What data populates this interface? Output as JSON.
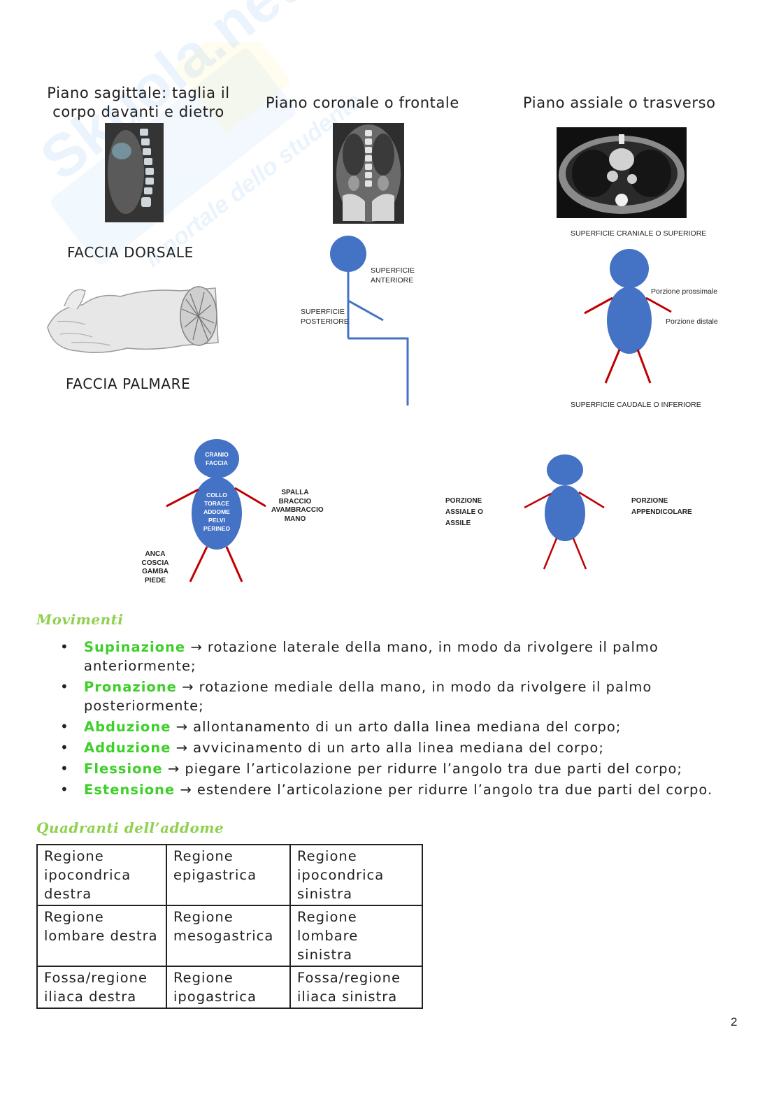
{
  "watermark": {
    "brand": "Skuola.net",
    "tagline": "Il portale dello studente"
  },
  "planes": {
    "sagittal_caption": [
      "Piano sagittale: taglia il",
      "corpo davanti e dietro"
    ],
    "coronal_caption": "Piano coronale o frontale",
    "axial_caption": "Piano assiale o trasverso"
  },
  "hand": {
    "dorsal_label": "FACCIA DORSALE",
    "palmar_label": "FACCIA PALMARE"
  },
  "coronal_figure": {
    "anterior_label": [
      "SUPERFICIE",
      "ANTERIORE"
    ],
    "posterior_label": [
      "SUPERFICIE",
      "POSTERIORE"
    ]
  },
  "axial_figure": {
    "top_label": "SUPERFICIE CRANIALE O SUPERIORE",
    "proximal_label": "Porzione prossimale",
    "distal_label": "Porzione distale",
    "bottom_label": "SUPERFICIE CAUDALE O INFERIORE"
  },
  "regions_figure": {
    "head_label": [
      "CRANIO",
      "FACCIA"
    ],
    "trunk_label": [
      "COLLO",
      "TORACE",
      "ADDOME",
      "PELVI",
      "PERINEO"
    ],
    "arm_label": [
      "SPALLA",
      "BRACCIO",
      "AVAMBRACCIO",
      "MANO"
    ],
    "leg_label": [
      "ANCA",
      "COSCIA",
      "GAMBA",
      "PIEDE"
    ]
  },
  "portions_figure": {
    "axial_label": [
      "PORZIONE",
      "ASSIALE O",
      "ASSILE"
    ],
    "appendicular_label": [
      "PORZIONE",
      "APPENDICOLARE"
    ]
  },
  "movements": {
    "title": "Movimenti",
    "items": [
      {
        "term": "Supinazione",
        "text": " → rotazione laterale della mano, in modo da rivolgere il palmo anteriormente;"
      },
      {
        "term": "Pronazione",
        "text": " → rotazione mediale della mano, in modo da rivolgere il palmo posteriormente;"
      },
      {
        "term": "Abduzione",
        "text": " → allontanamento di un arto dalla linea mediana del corpo;"
      },
      {
        "term": "Adduzione",
        "text": " → avvicinamento di un arto alla linea mediana del corpo;"
      },
      {
        "term": "Flessione",
        "text": " → piegare l’articolazione per ridurre l’angolo tra due parti del corpo;"
      },
      {
        "term": "Estensione",
        "text": " → estendere l’articolazione per ridurre l’angolo tra due parti del corpo."
      }
    ]
  },
  "quadrants": {
    "title": "Quadranti dell’addome",
    "rows": [
      [
        "Regione ipocondrica destra",
        "Regione epigastrica",
        "Regione ipocondrica sinistra"
      ],
      [
        "Regione lombare destra",
        "Regione mesogastrica",
        "Regione lombare sinistra"
      ],
      [
        "Fossa/regione iliaca destra",
        "Regione ipogastrica",
        "Fossa/regione iliaca sinistra"
      ]
    ]
  },
  "page_number": "2",
  "colors": {
    "figure_blue": "#4472c4",
    "limb_red": "#c00000",
    "term_green": "#3ecf2a",
    "title_green": "#8fd14f"
  }
}
